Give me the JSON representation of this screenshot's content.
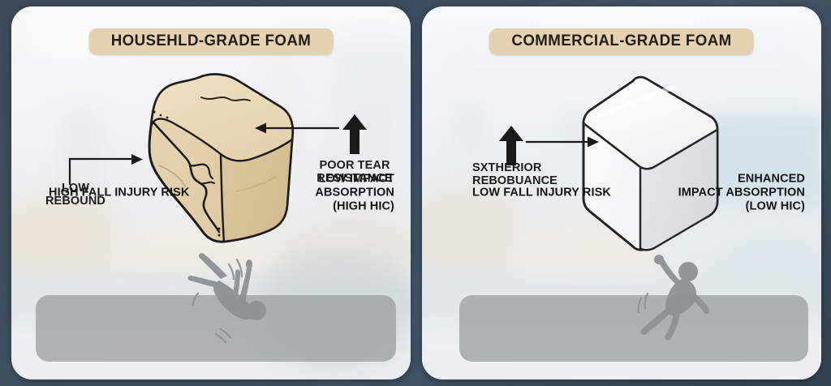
{
  "theme": {
    "background_color": "#3b4d5e",
    "panel_color": "#eef1f3",
    "title_pill_color": "#e4d2b2",
    "title_text_color": "#231f17",
    "bar_color": "#969b9e",
    "foam_household_color": "#e3cda3",
    "foam_commercial_color": "#f4f5f6",
    "arrow_color": "#1a1a1a",
    "silhouette_color": "#848a8c"
  },
  "panels": [
    {
      "id": "household",
      "title": "HOUSEHLD-GRADE FOAM",
      "cube": {
        "name": "deformed-foam-cube",
        "description": "tan deformed foam block with tear cracks"
      },
      "callouts": [
        {
          "id": "low-rebound",
          "lines": [
            "LOW",
            "REBOUND"
          ],
          "arrow": "horizontal-right"
        },
        {
          "id": "poor-tear-resistance",
          "lines": [
            "POOR TEAR",
            "RESISTANCE"
          ],
          "arrow": "up-then-left"
        }
      ],
      "bottom_bar": {
        "left_text": [
          "HIGH FALL INJURY RISK"
        ],
        "right_text": [
          "LOW IMPACT",
          "ABSORPTION",
          "(HIGH HIC)"
        ]
      },
      "silhouette": "falling-person"
    },
    {
      "id": "commercial",
      "title": "COMMERCIAL-GRADE FOAM",
      "cube": {
        "name": "clean-foam-cube",
        "description": "clean white foam block"
      },
      "callouts": [
        {
          "id": "superior-rebound",
          "lines": [
            "SXTHERIOR",
            "REBOBUANCE"
          ],
          "arrow": "up-then-right"
        }
      ],
      "bottom_bar": {
        "left_text": [
          "LOW FALL INJURY RISK"
        ],
        "right_text": [
          "ENHANCED",
          "IMPACT ABSORPTION",
          "(LOW HIC)"
        ]
      },
      "silhouette": "landing-person"
    }
  ]
}
